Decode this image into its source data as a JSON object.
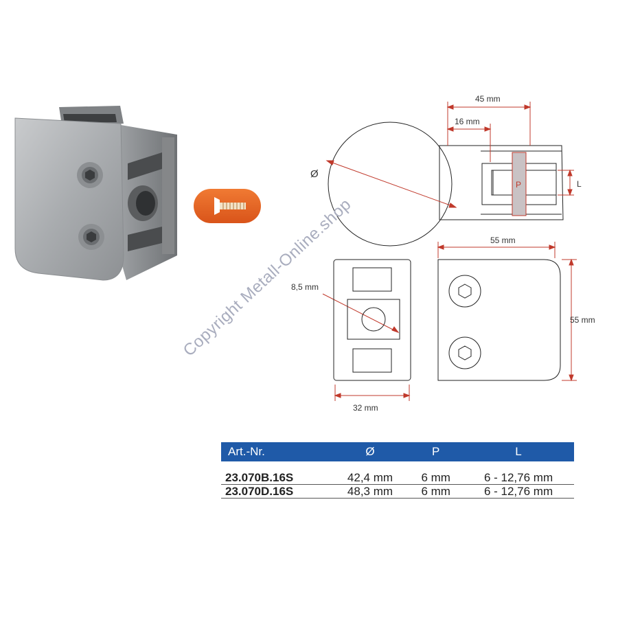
{
  "product_badge": {
    "icon": "countersunk-screw-icon",
    "color": "#e8641e"
  },
  "watermark": "Copyright Metall-Online.shop",
  "drawing": {
    "accent_color": "#c0392b",
    "labels": {
      "diameter_symbol": "Ø",
      "width_45": "45 mm",
      "depth_16": "16 mm",
      "p_label": "P",
      "l_label": "L",
      "width_55": "55 mm",
      "height_55": "55 mm",
      "hole_85": "8,5 mm",
      "width_32": "32 mm"
    }
  },
  "table": {
    "header_color": "#1f5aa8",
    "headers": [
      "Art.-Nr.",
      "Ø",
      "P",
      "L"
    ],
    "rows": [
      [
        "23.070B.16S",
        "42,4 mm",
        "6 mm",
        "6 - 12,76 mm"
      ],
      [
        "23.070D.16S",
        "48,3 mm",
        "6 mm",
        "6 - 12,76 mm"
      ]
    ]
  }
}
